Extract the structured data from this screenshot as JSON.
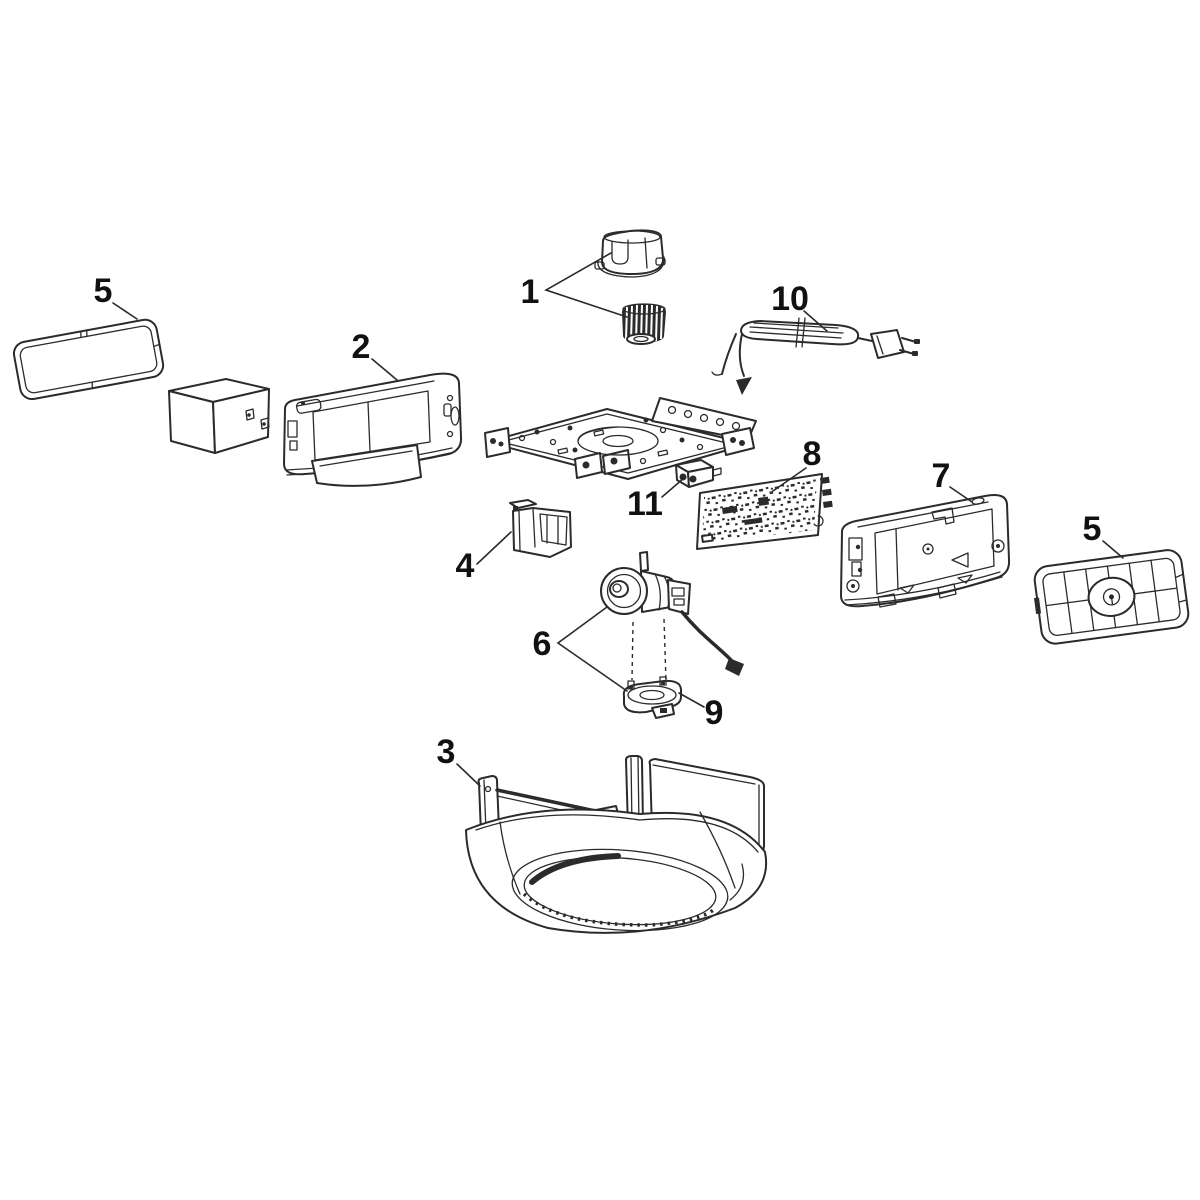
{
  "diagram": {
    "type": "exploded-parts-diagram",
    "colors": {
      "background": "#ffffff",
      "line": "#2b2b2b",
      "label": "#111111"
    },
    "labels": {
      "part1": "1",
      "part2": "2",
      "part3": "3",
      "part4": "4",
      "part5_left": "5",
      "part5_right": "5",
      "part6": "6",
      "part7": "7",
      "part8": "8",
      "part9": "9",
      "part10": "10",
      "part11": "11"
    }
  }
}
